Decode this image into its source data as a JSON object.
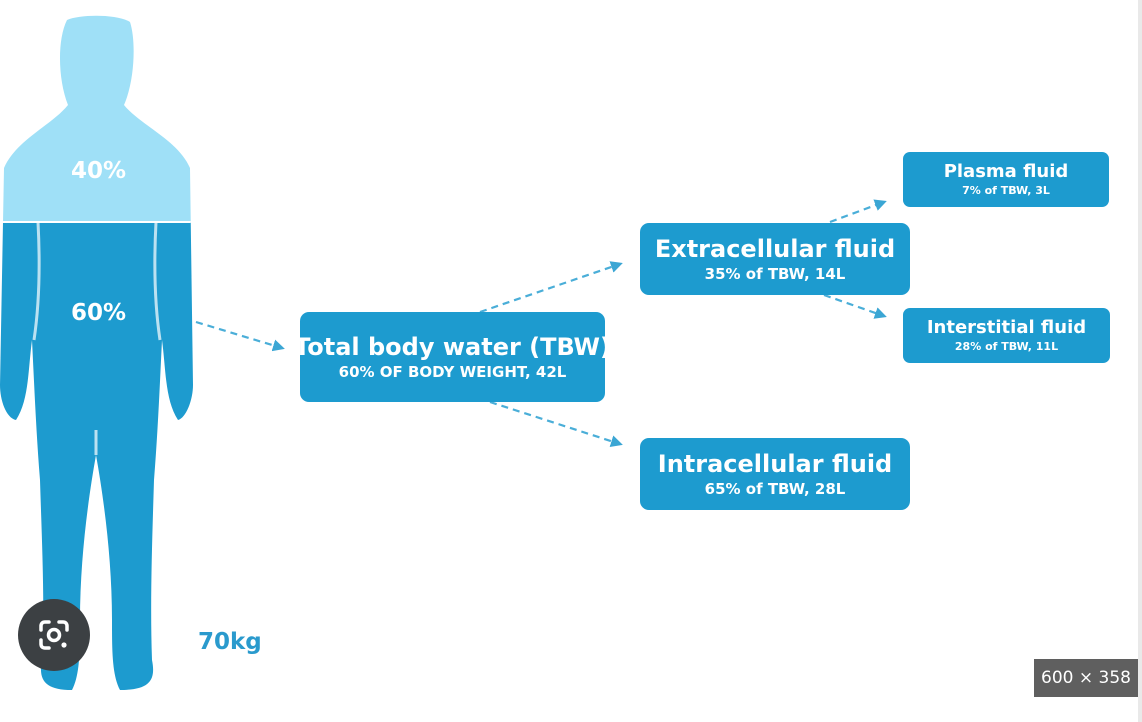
{
  "figure": {
    "upper_percent": "40%",
    "lower_percent": "60%",
    "weight": "70kg",
    "colors": {
      "upper": "#9fe0f7",
      "lower": "#1d9bcf",
      "arrow": "#4aaed8"
    }
  },
  "boxes": {
    "tbw": {
      "title": "Total body water (TBW)",
      "subtitle": "60% OF BODY WEIGHT, 42L"
    },
    "ecf": {
      "title": "Extracellular fluid",
      "subtitle": "35% of TBW, 14L"
    },
    "icf": {
      "title": "Intracellular fluid",
      "subtitle": "65% of TBW, 28L"
    },
    "plasma": {
      "title": "Plasma fluid",
      "subtitle": "7% of TBW, 3L"
    },
    "interstitial": {
      "title": "Interstitial fluid",
      "subtitle": "28% of TBW, 11L"
    }
  },
  "overlay": {
    "lens_icon": "google-lens-icon",
    "image_dimensions": "600 × 358"
  }
}
